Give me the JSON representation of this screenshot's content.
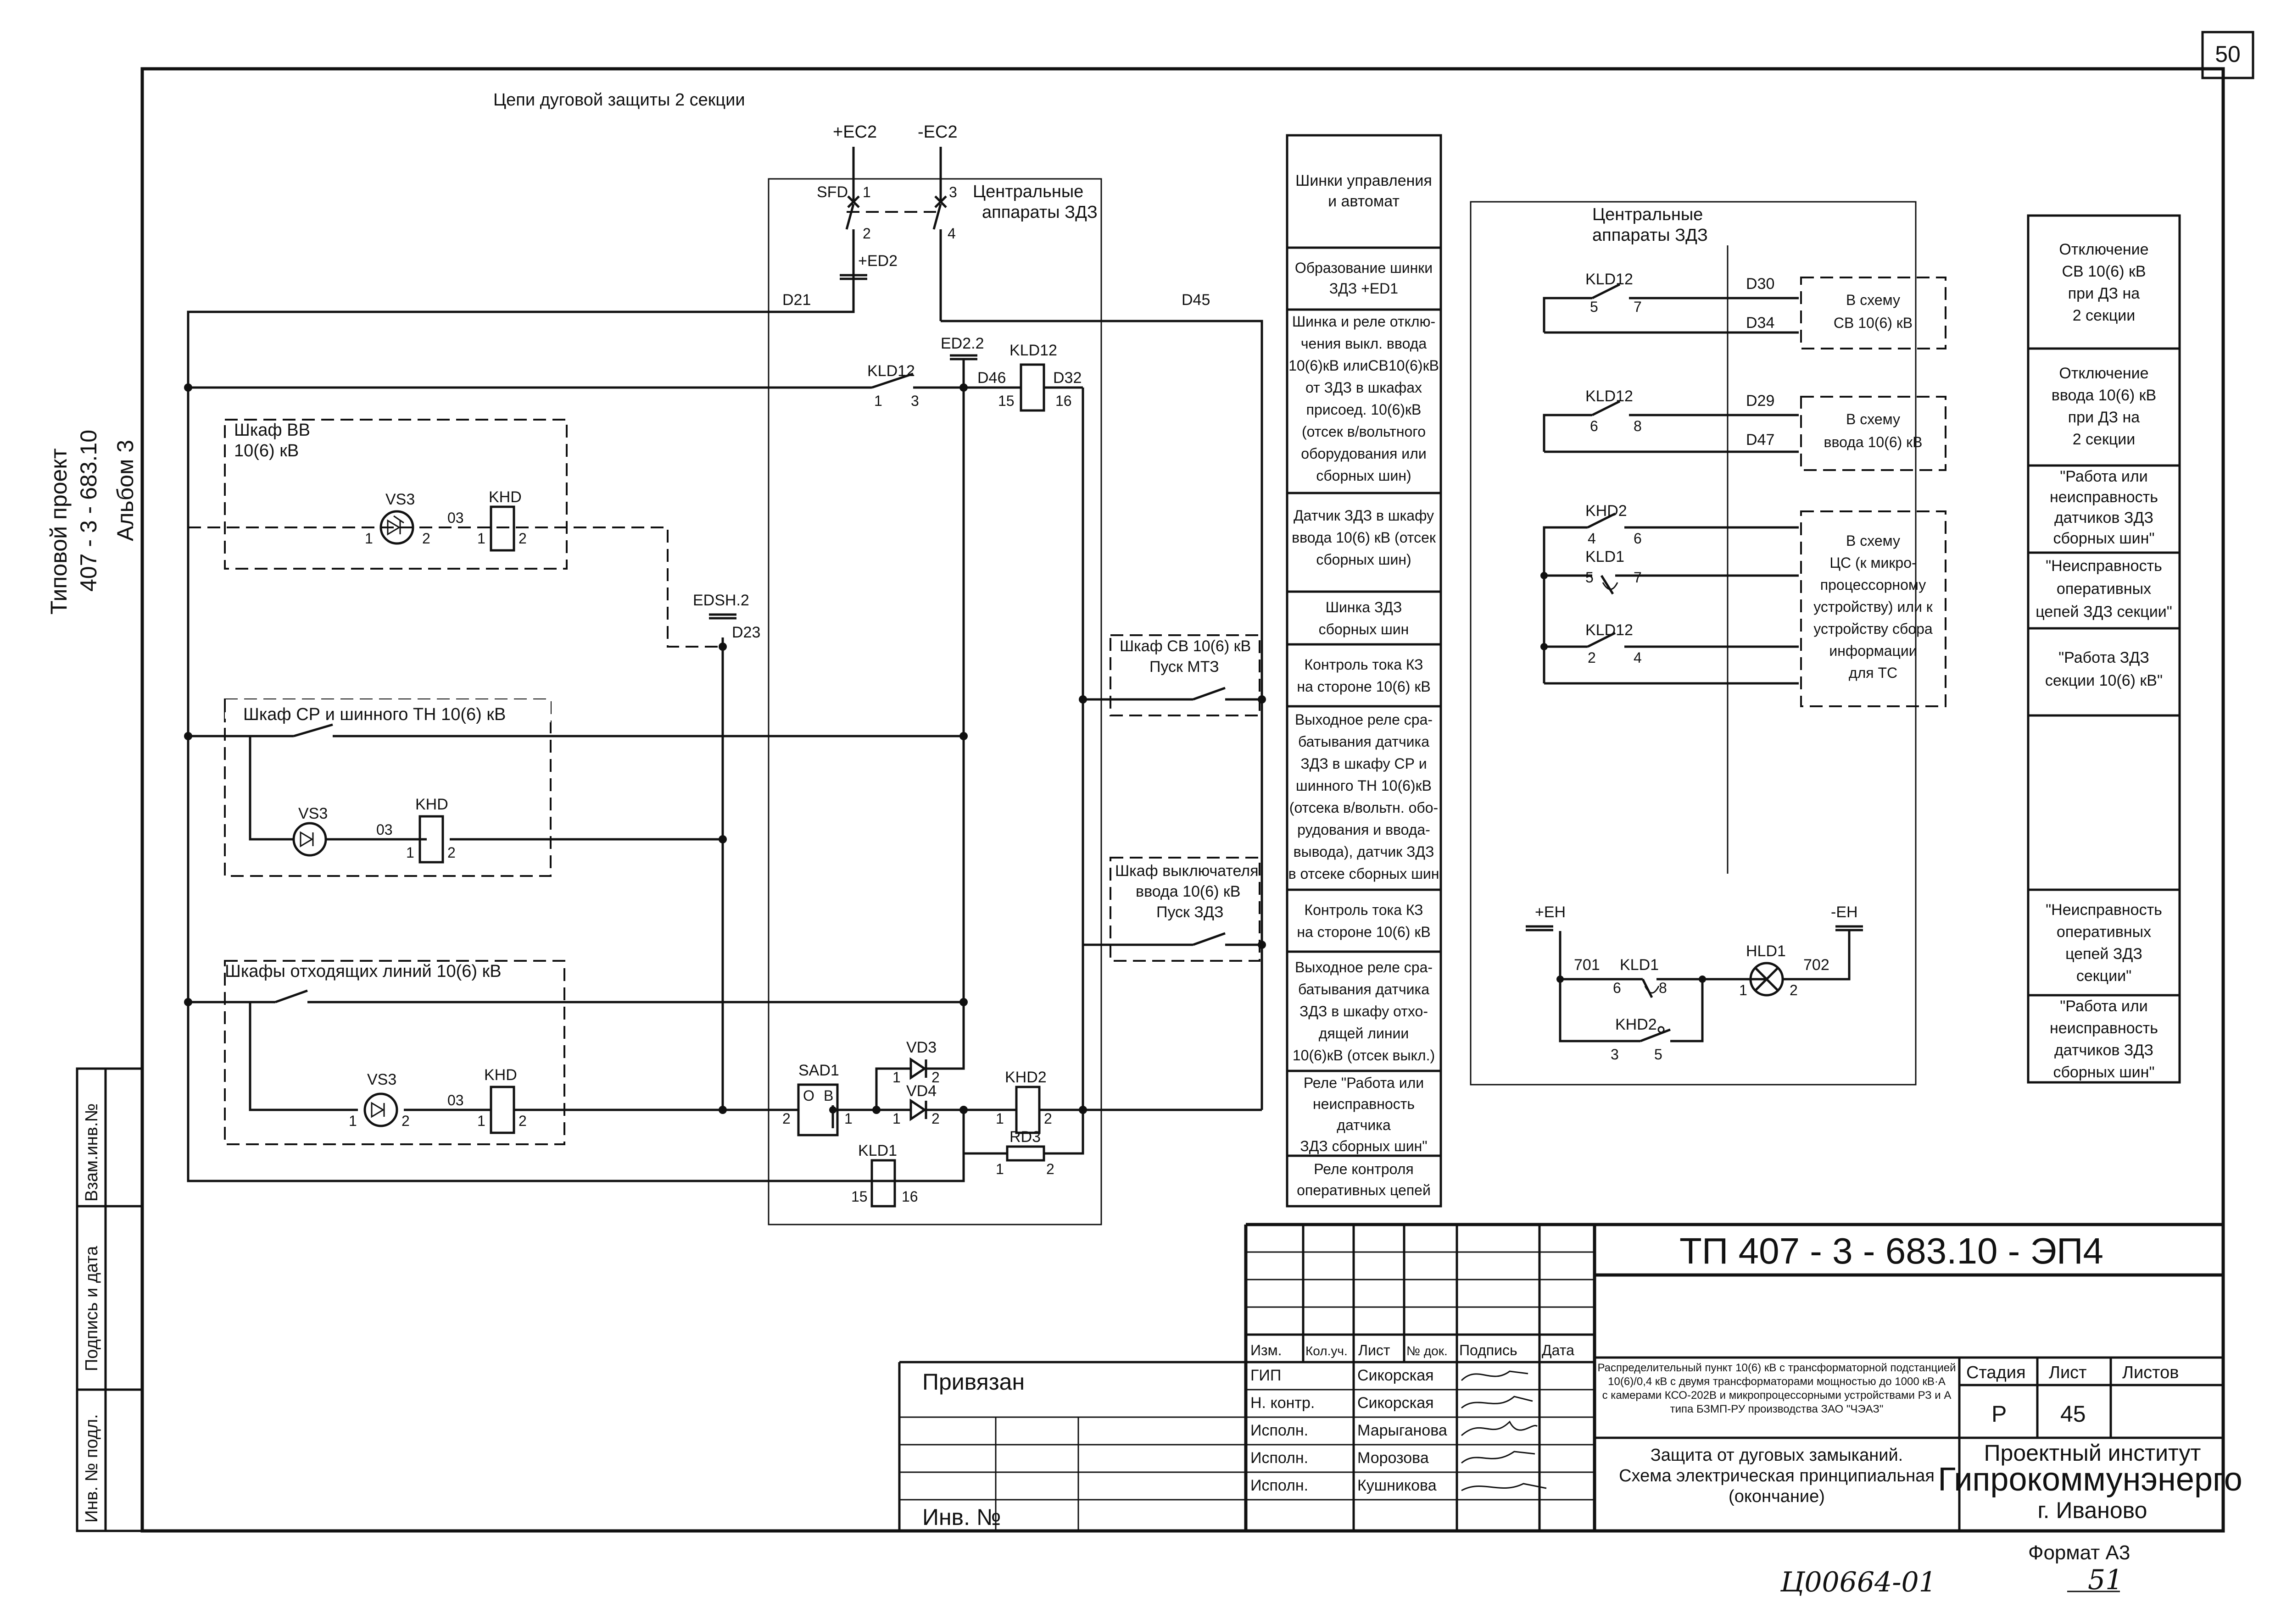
{
  "sheet_number": "50",
  "side_stamp": {
    "line1": "Типовой проект",
    "line2": "407 - 3 - 683.10",
    "line3": "Альбом  3"
  },
  "left_stamp": {
    "vzam": "Взам.инв.№",
    "podpis": "Подпись и дата",
    "inv": "Инв. №  подл."
  },
  "title": "Цепи дуговой защиты 2 секции",
  "labels": {
    "ec2_plus": "+EC2",
    "ec2_minus": "-EC2",
    "sfd": "SFD",
    "central1": "Центральные",
    "central2": "аппараты ЗДЗ",
    "ed2": "+ED2",
    "d21": "D21",
    "d45": "D45",
    "ed22": "ED2.2",
    "kld12": "KLD12",
    "d46": "D46",
    "d32": "D32",
    "edsh2": "EDSH.2",
    "d23": "D23",
    "vs3": "VS3",
    "khd": "KHD",
    "n03": "03",
    "sad1": "SAD1",
    "sad_o": "О",
    "sad_v": "В",
    "vd3": "VD3",
    "vd4": "VD4",
    "khd2": "KHD2",
    "rd3": "RD3",
    "kld1": "KLD1",
    "n1": "1",
    "n2": "2",
    "n3": "3",
    "n4": "4",
    "n5": "5",
    "n6": "6",
    "n7": "7",
    "n8": "8",
    "n15": "15",
    "n16": "16"
  },
  "cabinets": {
    "vv": [
      "Шкаф ВВ",
      "10(6) кВ"
    ],
    "sr": "Шкаф СР и  шинного ТН 10(6) кВ",
    "lines": "Шкафы отходящих линий 10(6) кВ",
    "sv": [
      "Шкаф СВ 10(6) кВ",
      "Пуск МТЗ"
    ],
    "vyk": [
      "Шкаф выключателя",
      "ввода 10(6) кВ",
      "Пуск ЗДЗ"
    ]
  },
  "middle_column": [
    [
      "Шинки управления",
      "и автомат"
    ],
    [
      "Образование шинки",
      "ЗДЗ  +ED1"
    ],
    [
      "Шинка и реле отклю-",
      "чения выкл. ввода",
      "10(6)кВ илиСВ10(6)кВ",
      "от ЗДЗ в шкафах",
      "присоед. 10(6)кВ",
      "(отсек в/вольтного",
      "оборудования или",
      "сборных шин)"
    ],
    [
      "Датчик ЗДЗ в шкафу",
      "ввода 10(6) кВ (отсек",
      "сборных шин)"
    ],
    [
      "Шинка ЗДЗ",
      "сборных шин"
    ],
    [
      "Контроль тока КЗ",
      "на стороне 10(6) кВ"
    ],
    [
      "Выходное реле сра-",
      "батывания датчика",
      "ЗДЗ в шкафу СР и",
      "шинного  ТН 10(6)кВ",
      "(отсека в/вольтн. обо-",
      "рудования и ввода-",
      "вывода), датчик ЗДЗ",
      "в отсеке сборных шин"
    ],
    [
      "Контроль тока КЗ",
      "на стороне 10(6) кВ"
    ],
    [
      "Выходное реле сра-",
      "батывания датчика",
      "ЗДЗ в шкафу отхо-",
      "дящей линии",
      "10(6)кВ (отсек выкл.)"
    ],
    [
      "Реле \"Работа или",
      "неисправность",
      "датчика",
      "ЗДЗ сборных шин\""
    ],
    [
      "Реле контроля",
      "оперативных цепей"
    ]
  ],
  "right_scheme": {
    "title1": "Центральные",
    "title2": "аппараты ЗДЗ",
    "d30": "D30",
    "d34": "D34",
    "d29": "D29",
    "d47": "D47",
    "to_sv": [
      "В схему",
      "СВ 10(6) кВ"
    ],
    "to_vvod": [
      "В схему",
      "ввода 10(6) кВ"
    ],
    "to_cs": [
      "В схему",
      "ЦС (к микро-",
      "процессорному",
      "устройству) или к",
      "устройству сбора",
      "информации",
      "для ТС"
    ],
    "khd2": "KHD2",
    "kld1": "KLD1",
    "kld12": "KLD12",
    "eh_plus": "+EH",
    "eh_minus": "-EH",
    "n701": "701",
    "n702": "702",
    "hld1": "HLD1"
  },
  "right_column": [
    [
      "Отключение",
      "СВ 10(6) кВ",
      "при ДЗ на",
      "2 секции"
    ],
    [
      "Отключение",
      "ввода 10(6) кВ",
      "при ДЗ на",
      "2 секции"
    ],
    [
      "\"Работа или",
      "неисправность",
      "датчиков ЗДЗ",
      "сборных шин\""
    ],
    [
      "\"Неисправность",
      "оперативных",
      "цепей ЗДЗ секции\""
    ],
    [
      "\"Работа ЗДЗ",
      "секции 10(6) кВ\""
    ],
    [
      ""
    ],
    [
      "\"Неисправность",
      "оперативных",
      "цепей ЗДЗ",
      "секции\""
    ],
    [
      "\"Работа или",
      "неисправность",
      "датчиков ЗДЗ",
      "сборных шин\""
    ]
  ],
  "title_block": {
    "doc_code": "ТП  407 - 3 - 683.10 - ЭП4",
    "privyazan": "Привязан",
    "inv": "Инв. №",
    "headers": [
      "Изм.",
      "Кол.уч.",
      "Лист",
      "№ док.",
      "Подпись",
      "Дата"
    ],
    "roles": [
      "ГИП",
      "Н. контр.",
      "Исполн.",
      "Исполн.",
      "Исполн."
    ],
    "names": [
      "Сикорская",
      "Сикорская",
      "Марыганова",
      "Морозова",
      "Кушникова"
    ],
    "project_desc": [
      "Распределительный пункт 10(6) кВ с трансформаторной подстанцией",
      "10(6)/0,4 кВ с двумя трансформаторами мощностью до 1000 кВ·А",
      "с камерами КСО-202В и микропроцессорными устройствами РЗ и А",
      "типа БЗМП-РУ производства ЗАО \"ЧЭАЗ\""
    ],
    "sheet_title": [
      "Защита от дуговых замыканий.",
      "Схема электрическая принципиальная",
      "(окончание)"
    ],
    "stage_h": "Стадия",
    "list_h": "Лист",
    "lists_h": "Листов",
    "stage": "Р",
    "list": "45",
    "org1": "Проектный институт",
    "org2": "Гипрокоммунэнерго",
    "org3": "г. Иваново",
    "format": "Формат А3"
  },
  "handwritten": {
    "code": "Ц00664-01",
    "num": "51"
  }
}
